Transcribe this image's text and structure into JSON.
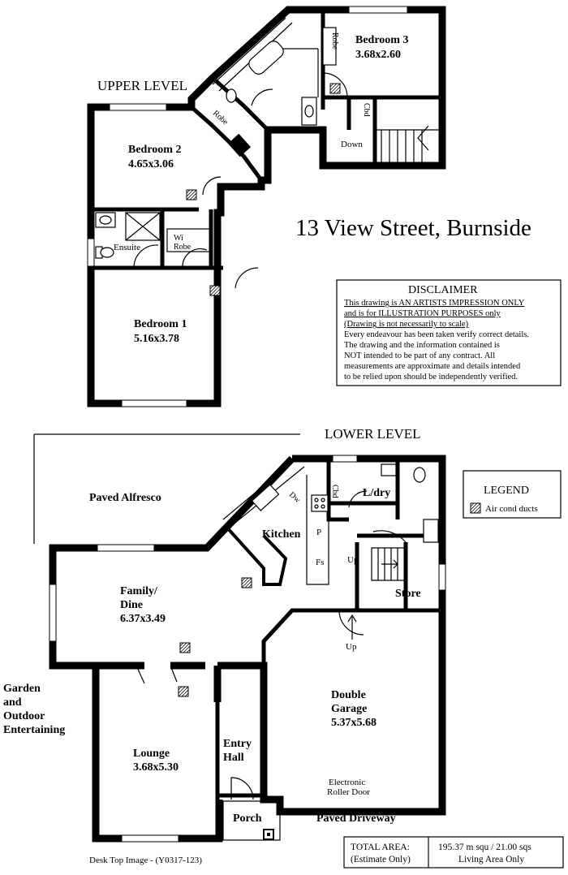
{
  "levels": {
    "upper": "UPPER LEVEL",
    "lower": "LOWER LEVEL"
  },
  "address": "13 View Street, Burnside",
  "upper_rooms": {
    "bedroom3": {
      "name": "Bedroom 3",
      "size": "3.68x2.60"
    },
    "bedroom2": {
      "name": "Bedroom 2",
      "size": "4.65x3.06"
    },
    "bedroom1": {
      "name": "Bedroom 1",
      "size": "5.16x3.78"
    },
    "robe_a": "Robe",
    "robe_b": "Robe",
    "cbd": "Cbd",
    "down": "Down",
    "ensuite": "Ensuite",
    "wi_robe_1": "Wi",
    "wi_robe_2": "Robe"
  },
  "disclaimer": {
    "title": "DISCLAIMER",
    "lines": [
      "This drawing is AN ARTISTS IMPRESSION ONLY",
      "and is for ILLUSTRATION PURPOSES only",
      "(Drawing is not necessarily to scale)",
      "Every endeavour has been taken verify correct details.",
      "The drawing and the information contained is",
      "NOT intended to be part of any contract.  All",
      "measurements are approximate and details intended",
      "to be relied upon should be independently verified."
    ]
  },
  "legend": {
    "title": "LEGEND",
    "item": "Air cond ducts"
  },
  "lower_rooms": {
    "alfresco": "Paved Alfresco",
    "kitchen": "Kitchen",
    "dw": "Dw",
    "cbd": "Cbd",
    "p": "P",
    "fs": "Fs",
    "ldry": "L/dry",
    "up_stairs": "Up",
    "store": "Store",
    "family_1": "Family/",
    "family_2": "Dine",
    "family_size": "6.37x3.49",
    "up_garage": "Up",
    "garden_1": "Garden",
    "garden_2": "and",
    "garden_3": "Outdoor",
    "garden_4": "Entertaining",
    "garage_1": "Double",
    "garage_2": "Garage",
    "garage_size": "5.37x5.68",
    "entry_1": "Entry",
    "entry_2": "Hall",
    "lounge": "Lounge",
    "lounge_size": "3.68x5.30",
    "roller_1": "Electronic",
    "roller_2": "Roller Door",
    "porch": "Porch",
    "driveway": "Paved Driveway"
  },
  "footer": {
    "image_id": "Desk Top Image - (Y0317-123)",
    "total_label_1": "TOTAL AREA:",
    "total_label_2": "(Estimate Only)",
    "total_value_1": "195.37 m squ / 21.00 sqs",
    "total_value_2": "Living Area Only"
  }
}
